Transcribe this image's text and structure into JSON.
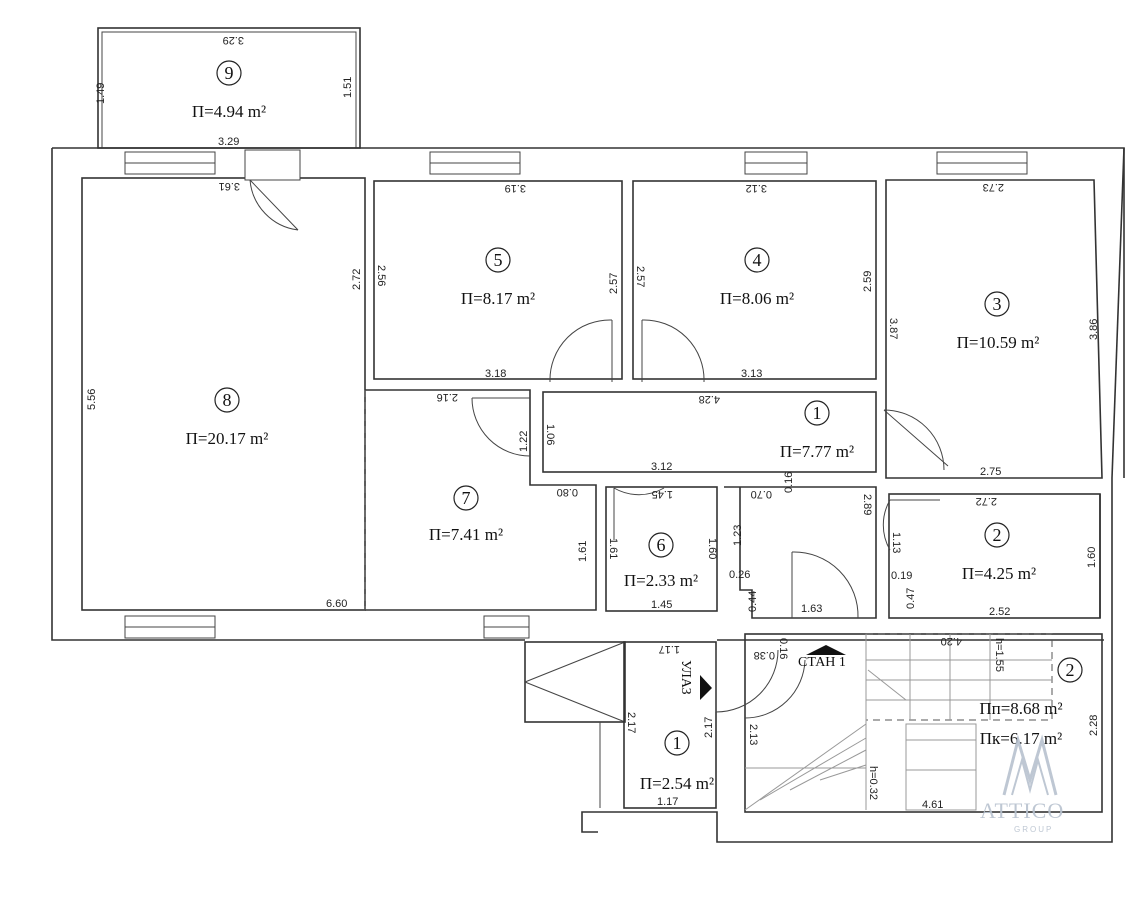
{
  "rooms": [
    {
      "number": "9",
      "area": "П=4.94 m²"
    },
    {
      "number": "5",
      "area": "П=8.17 m²"
    },
    {
      "number": "4",
      "area": "П=8.06 m²"
    },
    {
      "number": "3",
      "area": "П=10.59 m²"
    },
    {
      "number": "8",
      "area": "П=20.17 m²"
    },
    {
      "number": "1",
      "area": "П=7.77 m²"
    },
    {
      "number": "7",
      "area": "П=7.41 m²"
    },
    {
      "number": "6",
      "area": "П=2.33 m²"
    },
    {
      "number": "2",
      "area": "П=4.25 m²"
    },
    {
      "number": "2",
      "area": "Пп=8.68 m²",
      "area2": "Пк=6.17 m²"
    },
    {
      "number": "1",
      "area": "П=2.54 m²"
    }
  ],
  "labels": {
    "entrance": "УЛАЗ",
    "apartment": "СТАН 1"
  },
  "dimensions": {
    "r9_top": "3.29",
    "r9_left": "1.49",
    "r9_right": "1.51",
    "r9_bottom": "3.29",
    "r8_top": "3.61",
    "r8_right": "2.72",
    "r8_left": "5.56",
    "r8_bottom": "6.60",
    "r5_top": "3.19",
    "r5_left": "2.56",
    "r5_right": "2.57",
    "r5_bottom": "3.18",
    "r4_top": "3.12",
    "r4_left": "2.57",
    "r4_right": "2.59",
    "r4_bottom": "3.13",
    "r3_top": "2.73",
    "r3_left": "3.87",
    "r3_right": "3.86",
    "r3_bottom": "2.75",
    "r7_top": "2.16",
    "r7_a": "1.22",
    "r7_b": "0.80",
    "r7_right": "1.61",
    "r1_top": "4.28",
    "r1_left": "1.06",
    "r1_bottom": "3.12",
    "r1_c": "0.16",
    "r6_top": "1.45",
    "r6_left": "1.61",
    "r6_right": "1.60",
    "r6_bottom": "1.45",
    "h_070": "0.70",
    "h_123": "1.23",
    "h_026": "0.26",
    "h_044": "0.44",
    "h_163": "1.63",
    "h_289": "2.89",
    "r2_top": "2.72",
    "r2_left": "1.13",
    "r2_right": "1.60",
    "r2_019": "0.19",
    "r2_047": "0.47",
    "r2_bottom": "2.52",
    "e_top": "1.17",
    "e_left": "2.17",
    "e_right": "2.17",
    "e_bottom": "1.17",
    "s_016": "0.16",
    "s_038": "0.38",
    "s_213": "2.13",
    "s_420": "4.20",
    "s_h155": "h=1.55",
    "s_228": "2.28",
    "s_h032": "h=0.32",
    "s_461": "4.61"
  },
  "logo": {
    "name": "ATTICO",
    "sub": "GROUP"
  }
}
